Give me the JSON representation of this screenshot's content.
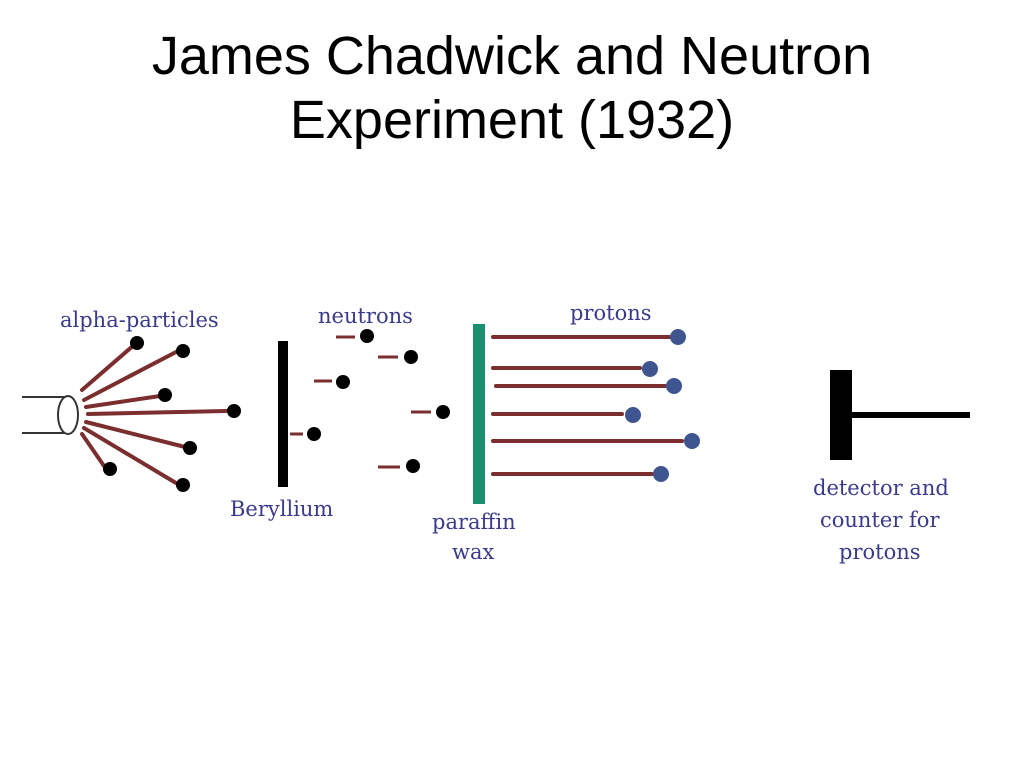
{
  "title": {
    "line1": "James Chadwick and Neutron",
    "line2": "Experiment (1932)"
  },
  "labels": {
    "alpha": "alpha-particles",
    "neutrons": "neutrons",
    "protons": "protons",
    "beryllium": "Beryllium",
    "paraffin_line1": "paraffin",
    "paraffin_line2": "wax",
    "detector_line1": "detector and",
    "detector_line2": "counter for",
    "detector_line3": "protons"
  },
  "colors": {
    "title": "#000000",
    "label": "#3a3a8c",
    "ray": "#7a2e2e",
    "beryllium": "#000000",
    "paraffin": "#1a9070",
    "proton_dot": "#3f5590",
    "neutron_dot": "#000000",
    "detector": "#000000"
  }
}
